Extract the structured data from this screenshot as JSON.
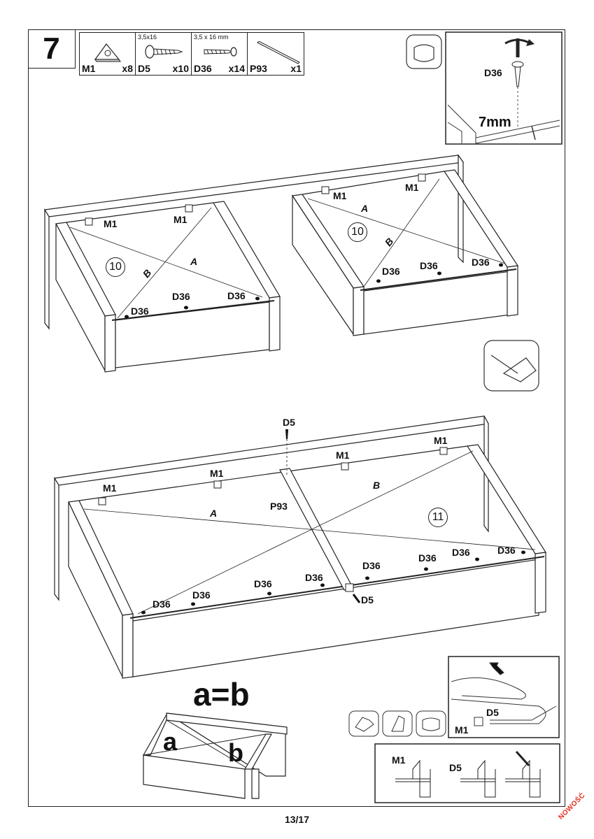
{
  "header": {
    "step_number": "7",
    "parts": [
      {
        "spec": "",
        "code": "M1",
        "qty": "x8",
        "icon": "bracket-icon"
      },
      {
        "spec": "3,5x16",
        "code": "D5",
        "qty": "x10",
        "icon": "screw-icon"
      },
      {
        "spec": "3,5 x 16 mm",
        "code": "D36",
        "qty": "x14",
        "icon": "screw-icon"
      },
      {
        "spec": "",
        "code": "P93",
        "qty": "x1",
        "icon": "rod-icon"
      }
    ]
  },
  "detail_top": {
    "screw_label": "D36",
    "distance": "7mm"
  },
  "drawer_left": {
    "number": "10",
    "brackets": [
      "M1",
      "M1"
    ],
    "screws": [
      "D36",
      "D36",
      "D36"
    ],
    "diagonals": [
      "A",
      "B"
    ]
  },
  "drawer_right": {
    "number": "10",
    "brackets": [
      "M1",
      "M1"
    ],
    "screws": [
      "D36",
      "D36",
      "D36"
    ],
    "diagonals": [
      "A",
      "B"
    ]
  },
  "drawer_large": {
    "number": "11",
    "brackets": [
      "M1",
      "M1",
      "M1",
      "M1"
    ],
    "screws": [
      "D36",
      "D36",
      "D36",
      "D36",
      "D36",
      "D36",
      "D36",
      "D36"
    ],
    "top_screw": "D5",
    "bottom_screw": "D5",
    "divider": "P93",
    "diagonals": [
      "A",
      "B"
    ]
  },
  "check": {
    "equation": "a=b",
    "a": "a",
    "b": "b"
  },
  "detail_bottom": {
    "bracket": "M1",
    "screw": "D5"
  },
  "detail_steps": [
    "M1",
    "D5"
  ],
  "footer": {
    "page": "13/17",
    "brand": "NOWOŚĆ"
  }
}
